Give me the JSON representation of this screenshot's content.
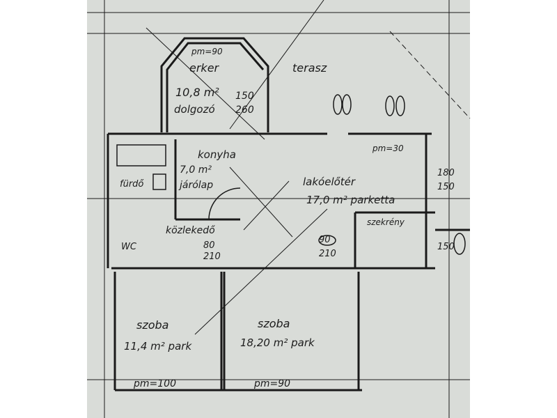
{
  "plan": {
    "labels": {
      "bay_window_pm": "pm=90",
      "bay_window": "erker",
      "terrace": "terasz",
      "study_area": "10,8 m²",
      "study_dim_top": "150",
      "study_floor": "dolgozó",
      "study_dim_bottom": "260",
      "pm_right": "pm=30",
      "kitchen": "konyha",
      "kitchen_area": "7,0 m²",
      "kitchen_floor": "járólap",
      "bathroom": "fürdő",
      "wc": "WC",
      "hall": "közlekedő",
      "hall_door_top": "80",
      "hall_door_bottom": "210",
      "living": "lakóelőtér",
      "living_area": "17,0 m² parketta",
      "closet": "szekrény",
      "living_door_top": "90",
      "living_door_bottom": "210",
      "right_dim_1": "180",
      "right_dim_2": "150",
      "right_dim_3": "150",
      "room1": "szoba",
      "room1_area": "11,4 m² park",
      "room1_pm": "pm=100",
      "room2": "szoba",
      "room2_area": "18,20 m² park",
      "room2_pm": "pm=90"
    },
    "colors": {
      "paper": "#d9dcd8",
      "ink": "#1a1a1a"
    }
  }
}
